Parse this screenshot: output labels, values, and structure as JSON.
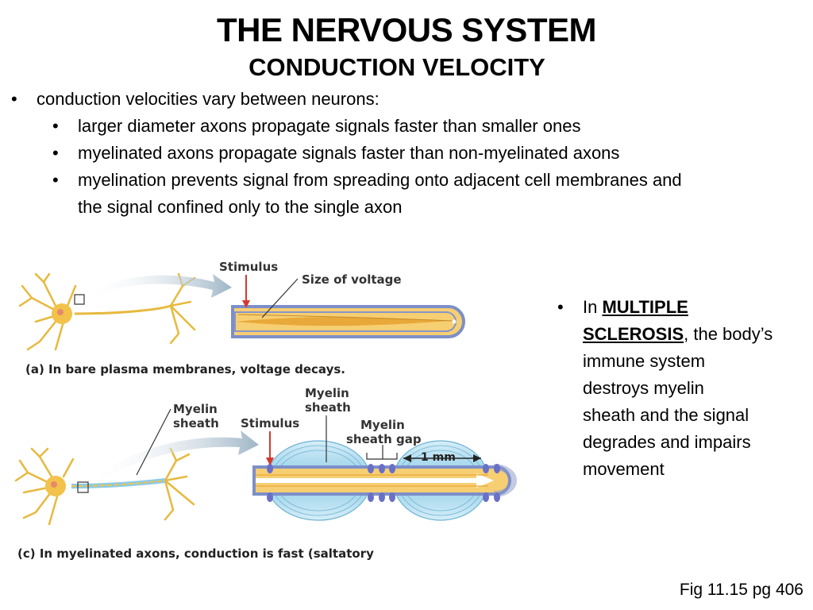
{
  "slide": {
    "title": "THE NERVOUS SYSTEM",
    "subtitle": "CONDUCTION VELOCITY",
    "bullets": {
      "main": "conduction velocities vary between neurons:",
      "sub": [
        "larger diameter axons propagate signals faster than smaller ones",
        "myelinated axons propagate signals faster than non-myelinated axons",
        "myelination prevents signal from spreading onto adjacent cell membranes and",
        "the signal confined only to the single axon"
      ]
    },
    "ms_note": {
      "prefix": "In ",
      "highlight_1": "MULTIPLE",
      "highlight_2": "SCLEROSIS",
      "rest": [
        ", the body’s",
        "immune system",
        "destroys myelin",
        "sheath and the signal",
        "degrades and impairs",
        "movement"
      ]
    },
    "figure_ref": "Fig 11.15 pg 406"
  },
  "figure": {
    "panel_a": {
      "stimulus": "Stimulus",
      "size_of_voltage": "Size of voltage",
      "caption": "(a) In bare plasma membranes, voltage decays."
    },
    "panel_c": {
      "myelin_sheath_left_1": "Myelin",
      "myelin_sheath_left_2": "sheath",
      "stimulus": "Stimulus",
      "myelin_sheath_top_1": "Myelin",
      "myelin_sheath_top_2": "sheath",
      "gap_1": "Myelin",
      "gap_2": "sheath gap",
      "scale": "1 mm",
      "caption": "(c) In myelinated axons, conduction is fast (saltatory"
    },
    "colors": {
      "axon_yellow": "#f2c24a",
      "membrane_blue": "#7d8fc9",
      "myelin_blue": "#9fd3ea",
      "arrow_gray": "#a9bcc9",
      "stimulus_red": "#d23a2f"
    }
  }
}
